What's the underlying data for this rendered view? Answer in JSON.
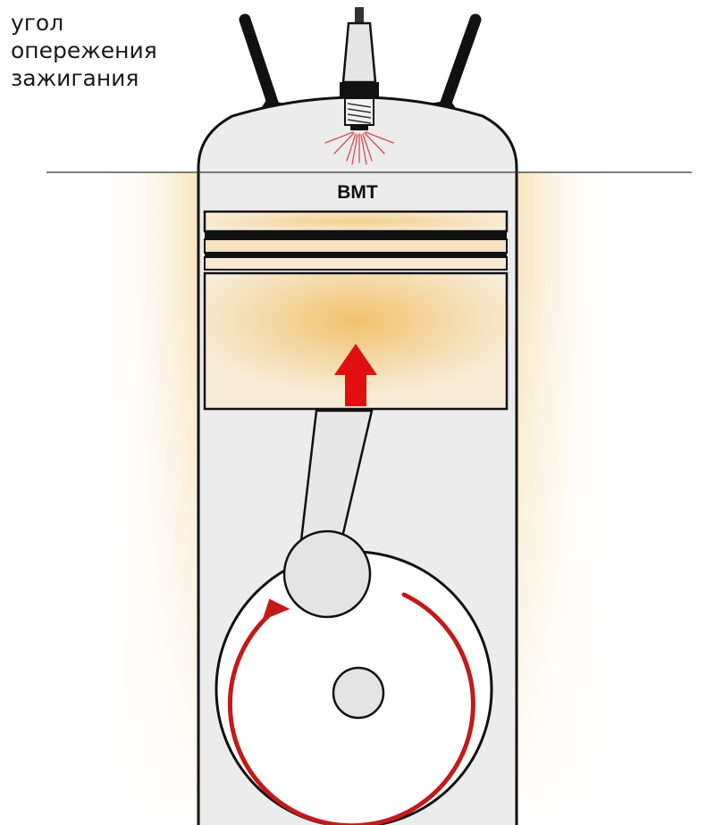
{
  "caption": {
    "lines": [
      "угол",
      "опережения",
      "зажигания"
    ]
  },
  "diagram": {
    "tdc_label": "ВМТ",
    "parts": [
      "intake-valve",
      "exhaust-valve",
      "spark-plug",
      "spark",
      "tdc-line",
      "cylinder",
      "piston",
      "piston-rings",
      "connecting-rod",
      "crank-pin",
      "crankshaft",
      "crank-rotation-arrow",
      "piston-motion-arrow"
    ]
  },
  "colors": {
    "outline": "#111111",
    "cylinder_fill": "#ececec",
    "heat_glow": "#f2c26b",
    "arrow_red": "#e01010",
    "rotation_red": "#c41a1a"
  }
}
